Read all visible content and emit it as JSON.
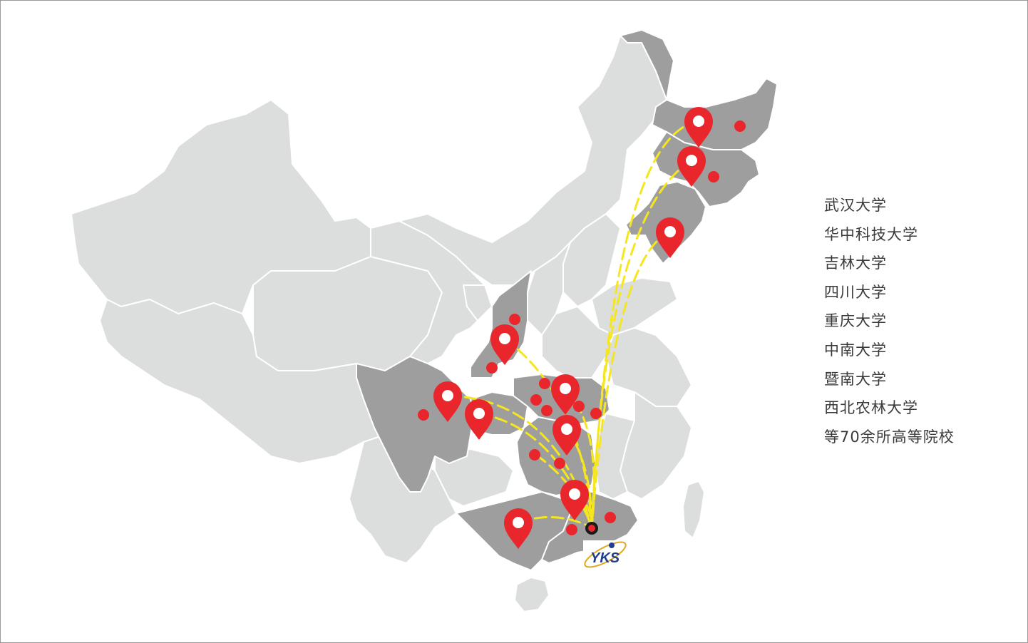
{
  "universities": [
    {
      "name": "武汉大学"
    },
    {
      "name": "华中科技大学"
    },
    {
      "name": "吉林大学"
    },
    {
      "name": "四川大学"
    },
    {
      "name": "重庆大学"
    },
    {
      "name": "中南大学"
    },
    {
      "name": "暨南大学"
    },
    {
      "name": "西北农林大学"
    },
    {
      "name": "等70余所高等院校"
    }
  ],
  "logo": {
    "text": "YKS"
  },
  "colors": {
    "province_light": "#dcdddd",
    "province_dark": "#9e9e9f",
    "border": "#ffffff",
    "pin": "#e8262c",
    "arc": "#f5e61e",
    "logo_blue": "#1f3e8f",
    "logo_gold": "#e0a81e"
  },
  "icons": [
    "map-pin-icon",
    "dot-marker-icon",
    "hub-marker-icon",
    "logo-icon"
  ]
}
